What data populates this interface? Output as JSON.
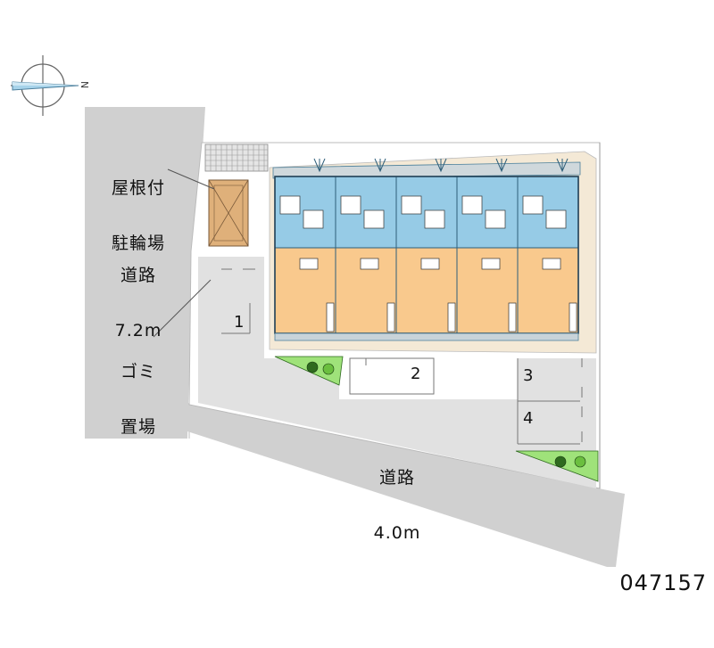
{
  "compass": {
    "north_label": "N",
    "icon": "compass-icon"
  },
  "roads": [
    {
      "name": "道路",
      "width": "7.2m"
    },
    {
      "name": "道路",
      "width": "4.0m"
    }
  ],
  "facilities": {
    "bicycle_parking": {
      "line1": "屋根付",
      "line2": "駐輪場"
    },
    "garbage": {
      "line1": "ゴミ",
      "line2": "置場"
    }
  },
  "parking_spaces": [
    "1",
    "2",
    "3",
    "4"
  ],
  "building": {
    "units": 5
  },
  "property_code": "047157",
  "colors": {
    "road": "#d0d0d0",
    "site": "#f4e9d6",
    "room": "#f9c98d",
    "water_area": "#96cbe6",
    "building_edge": "#4a7f9a",
    "greenery": "#9fe27a",
    "bike_shed": "#dfb07a"
  }
}
